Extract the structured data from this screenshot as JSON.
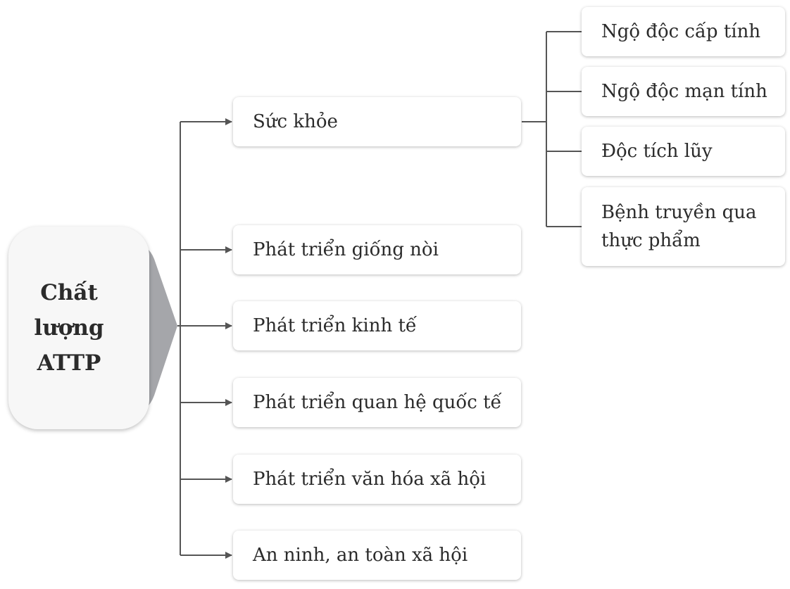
{
  "root": {
    "lines": [
      "Chất",
      "lượng",
      "ATTP"
    ]
  },
  "branches": [
    "Sức khỏe",
    "Phát triển giống nòi",
    "Phát triển kinh tế",
    "Phát triển quan hệ quốc tế",
    "Phát triển văn hóa xã hội",
    "An ninh, an toàn xã hội"
  ],
  "sub_branches": [
    "Ngộ độc cấp tính",
    "Ngộ độc mạn tính",
    "Độc tích lũy",
    [
      "Bệnh truyền qua",
      "thực phẩm"
    ]
  ],
  "colors": {
    "chevron": "#a5a6aa",
    "line": "#555555"
  }
}
